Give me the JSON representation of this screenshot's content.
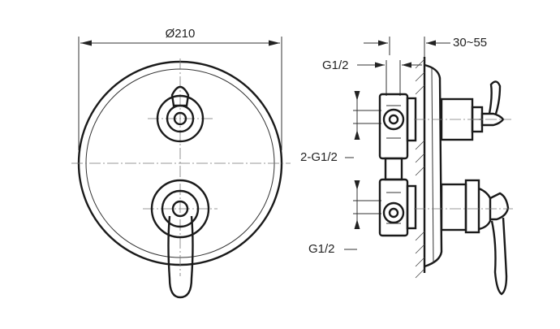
{
  "labels": {
    "diameter": "Ø210",
    "depth": "30~55",
    "inlet_top": "G1/2",
    "inlets_mid": "2-G1/2",
    "inlet_bottom": "G1/2"
  }
}
